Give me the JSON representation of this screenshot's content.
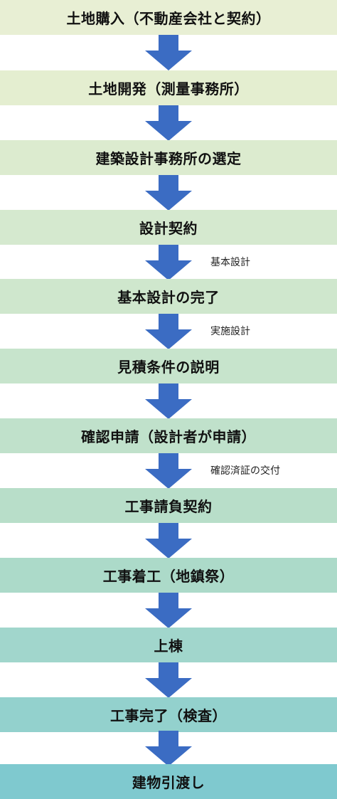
{
  "steps": [
    {
      "label": "土地購入（不動産会社と契約）",
      "color": "#e8efd4"
    },
    {
      "label": "土地開発（測量事務所）",
      "color": "#e4eed0"
    },
    {
      "label": "建築設計事務所の選定",
      "color": "#dcebcf"
    },
    {
      "label": "設計契約",
      "color": "#d5e9cf"
    },
    {
      "label": "基本設計の完了",
      "color": "#cfe7cd"
    },
    {
      "label": "見積条件の説明",
      "color": "#c7e4cc"
    },
    {
      "label": "確認申請（設計者が申請）",
      "color": "#c0e1cb"
    },
    {
      "label": "工事請負契約",
      "color": "#b8dec9"
    },
    {
      "label": "工事着工（地鎮祭）",
      "color": "#acdac9"
    },
    {
      "label": "上棟",
      "color": "#a1d6cc"
    },
    {
      "label": "工事完了（検査）",
      "color": "#93d1cd"
    },
    {
      "label": "建物引渡し",
      "color": "#7fc9cf"
    }
  ],
  "notes": [
    {
      "after_step": 4,
      "text": "基本設計"
    },
    {
      "after_step": 5,
      "text": "実施設計"
    },
    {
      "after_step": 7,
      "text": "確認済証の交付"
    }
  ],
  "arrow_color": "#3b6cc3"
}
